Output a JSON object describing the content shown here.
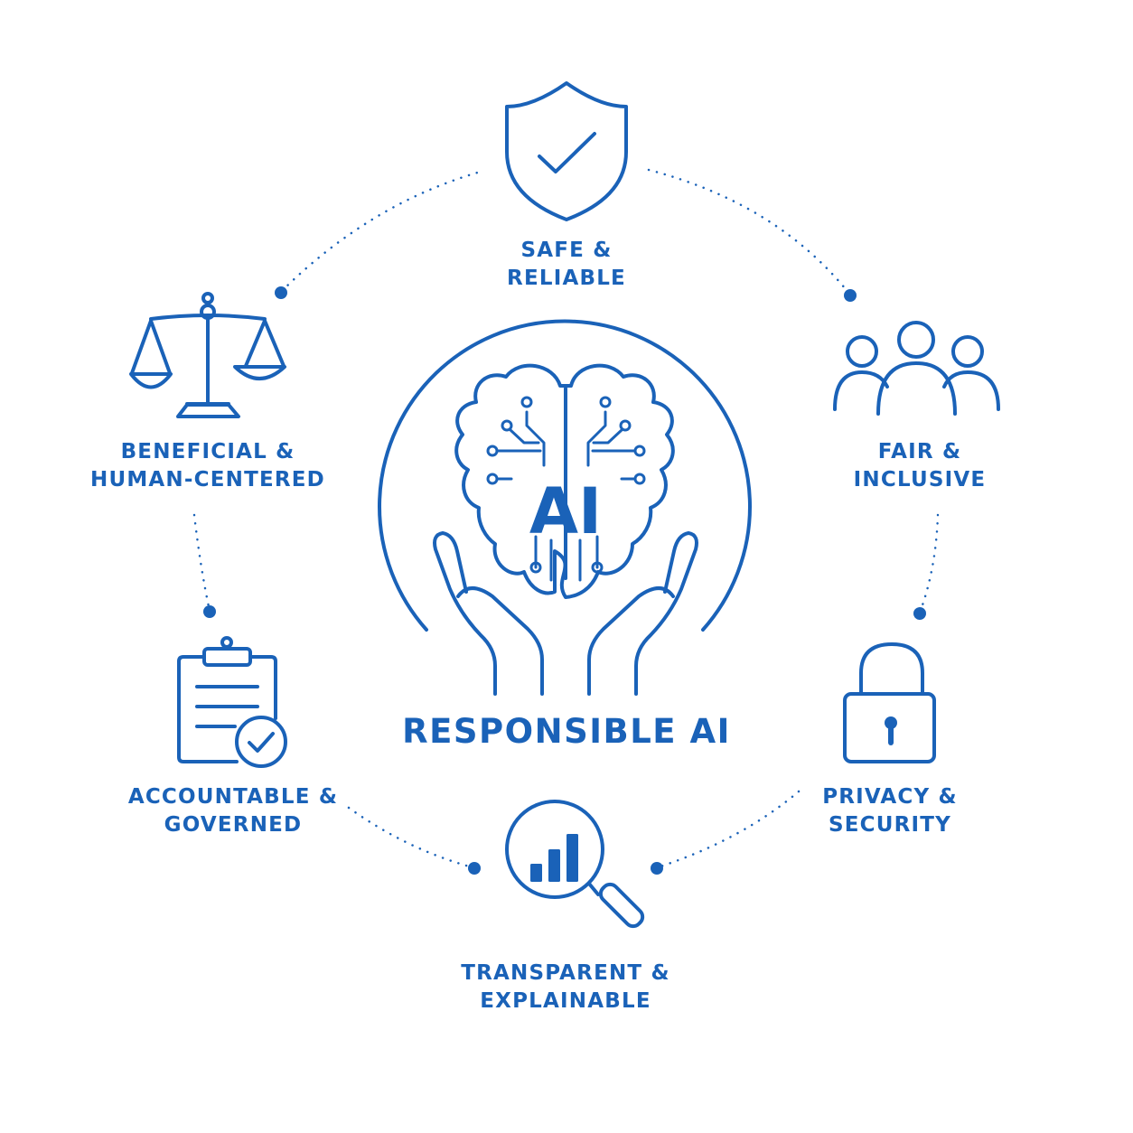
{
  "center": {
    "badge": "AI",
    "title": "RESPONSIBLE AI"
  },
  "principles": [
    {
      "id": "safe",
      "line1": "SAFE &",
      "line2": "RELIABLE",
      "icon": "shield-check-icon"
    },
    {
      "id": "fair",
      "line1": "FAIR &",
      "line2": "INCLUSIVE",
      "icon": "people-group-icon"
    },
    {
      "id": "privacy",
      "line1": "PRIVACY &",
      "line2": "SECURITY",
      "icon": "padlock-icon"
    },
    {
      "id": "transparent",
      "line1": "TRANSPARENT &",
      "line2": "EXPLAINABLE",
      "icon": "magnifier-chart-icon"
    },
    {
      "id": "accountable",
      "line1": "ACCOUNTABLE &",
      "line2": "GOVERNED",
      "icon": "clipboard-check-icon"
    },
    {
      "id": "beneficial",
      "line1": "BENEFICIAL &",
      "line2": "HUMAN-CENTERED",
      "icon": "balance-scale-icon"
    }
  ],
  "colors": {
    "primary": "#1a62b8",
    "background": "#ffffff"
  }
}
